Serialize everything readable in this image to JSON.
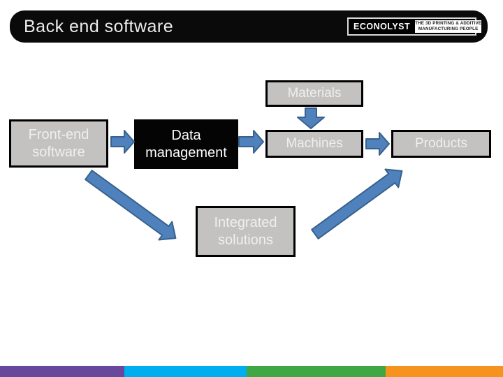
{
  "slide": {
    "title": "Back end software",
    "logo": {
      "brand": "ECONOLYST",
      "tagline_line1": "THE 3D PRINTING & ADDITIVE",
      "tagline_line2": "MANUFACTURING PEOPLE"
    },
    "nodes": {
      "materials": {
        "label": "Materials"
      },
      "front_end_software": {
        "label": "Front-end software"
      },
      "data_management": {
        "label": "Data management"
      },
      "machines": {
        "label": "Machines"
      },
      "products": {
        "label": "Products"
      },
      "integrated_solutions": {
        "label": "Integrated solutions"
      }
    },
    "edges": [
      {
        "from": "front_end_software",
        "to": "data_management"
      },
      {
        "from": "data_management",
        "to": "machines"
      },
      {
        "from": "materials",
        "to": "machines"
      },
      {
        "from": "machines",
        "to": "products"
      },
      {
        "from": "front_end_software",
        "to": "integrated_solutions"
      },
      {
        "from": "integrated_solutions",
        "to": "products"
      }
    ],
    "colors": {
      "arrow_fill": "#4f81bd",
      "arrow_border": "#38618c",
      "node_gray": "#c3c2c1",
      "node_black": "#040404",
      "title_bar": "#0a0a0a"
    },
    "footer": {
      "stripes": [
        {
          "name": "purple",
          "color": "#68489d"
        },
        {
          "name": "blue",
          "color": "#00aeef"
        },
        {
          "name": "green",
          "color": "#3fa845"
        },
        {
          "name": "orange",
          "color": "#f6921e"
        }
      ]
    }
  }
}
